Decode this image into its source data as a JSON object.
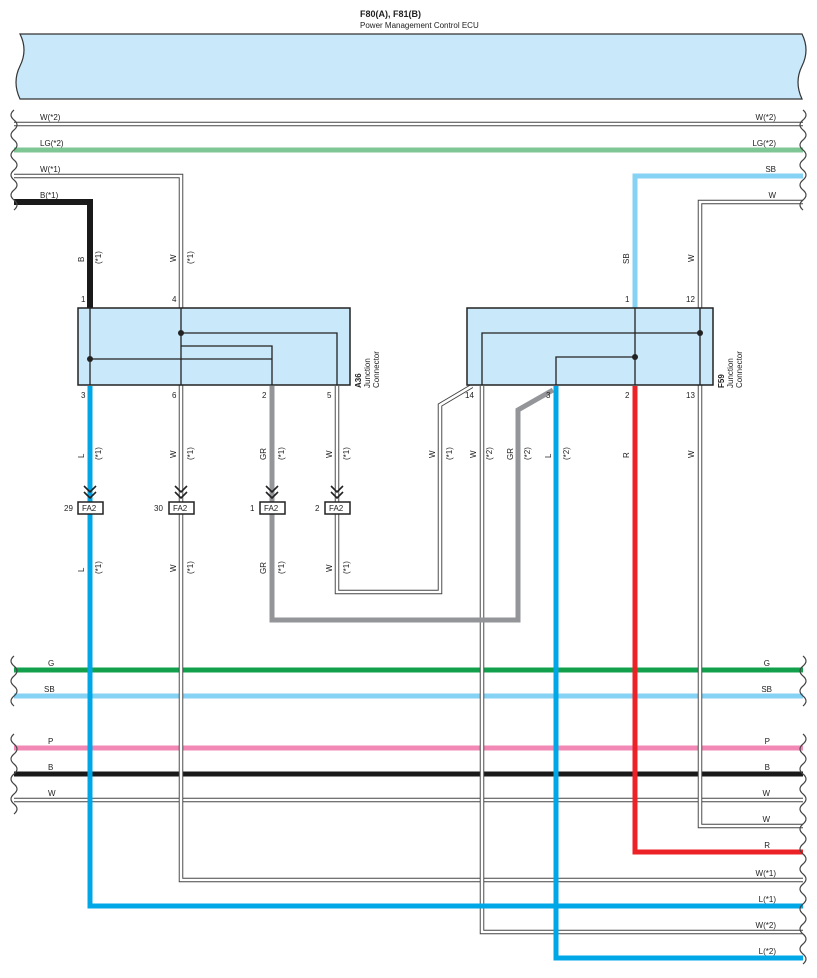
{
  "ecu": {
    "code": "F80(A), F81(B)",
    "name": "Power Management Control ECU"
  },
  "colors": {
    "ecu_fill": "#c9e8f9",
    "L": "#00a7e7",
    "SB": "#86d2f4",
    "G": "#12a04d",
    "LG": "#7fc695",
    "P": "#f288b5",
    "R": "#ed2227",
    "GR": "#939598",
    "B": "#1a1a1a",
    "W": "#ffffff"
  },
  "top_wires": {
    "left": [
      "W(*2)",
      "LG(*2)",
      "W(*1)",
      "B(*1)"
    ],
    "right": [
      "W(*2)",
      "LG(*2)",
      "SB",
      "W"
    ]
  },
  "bottom_wires": {
    "left": [
      "G",
      "SB",
      "P",
      "B",
      "W"
    ],
    "right": [
      "G",
      "SB",
      "P",
      "B",
      "W",
      "W",
      "R",
      "W(*1)",
      "L(*1)",
      "W(*2)",
      "L(*2)"
    ]
  },
  "a36": {
    "code": "A36",
    "name_line1": "Junction",
    "name_line2": "Connector",
    "top_pins": [
      "1",
      "4"
    ],
    "bottom_pins": [
      "3",
      "6",
      "2",
      "5"
    ]
  },
  "f59": {
    "code": "F59",
    "name_line1": "Junction",
    "name_line2": "Connector",
    "top_pins": [
      "1",
      "12"
    ],
    "bottom_pins": [
      "14",
      "3",
      "2",
      "13"
    ]
  },
  "wire_labels": {
    "a36_top": [
      {
        "color": "B",
        "note": "(*1)"
      },
      {
        "color": "W",
        "note": "(*1)"
      }
    ],
    "f59_top": [
      {
        "color": "SB"
      },
      {
        "color": "W"
      }
    ],
    "a36_bottom": [
      {
        "color": "L",
        "note": "(*1)"
      },
      {
        "color": "W",
        "note": "(*1)"
      },
      {
        "color": "GR",
        "note": "(*1)"
      },
      {
        "color": "W",
        "note": "(*1)"
      }
    ],
    "f59_bottom": [
      {
        "color": "W",
        "note": "(*1)"
      },
      {
        "color": "W",
        "note": "(*2)"
      },
      {
        "color": "GR",
        "note": "(*2)"
      },
      {
        "color": "L",
        "note": "(*2)"
      },
      {
        "color": "R"
      },
      {
        "color": "W"
      }
    ],
    "below_fa2": [
      {
        "color": "L",
        "note": "(*1)"
      },
      {
        "color": "W",
        "note": "(*1)"
      },
      {
        "color": "GR",
        "note": "(*1)"
      },
      {
        "color": "W",
        "note": "(*1)"
      }
    ]
  },
  "fa2_connectors": [
    {
      "pin": "29",
      "label": "FA2"
    },
    {
      "pin": "30",
      "label": "FA2"
    },
    {
      "pin": "1",
      "label": "FA2"
    },
    {
      "pin": "2",
      "label": "FA2"
    }
  ]
}
